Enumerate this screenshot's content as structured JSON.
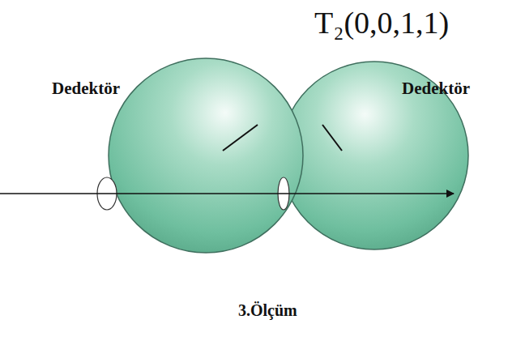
{
  "diagram": {
    "labels": [
      "T₂(0,0,1,1)",
      "Dedektör",
      "Dedektör",
      "3.Ölçüm"
    ]
  }
}
